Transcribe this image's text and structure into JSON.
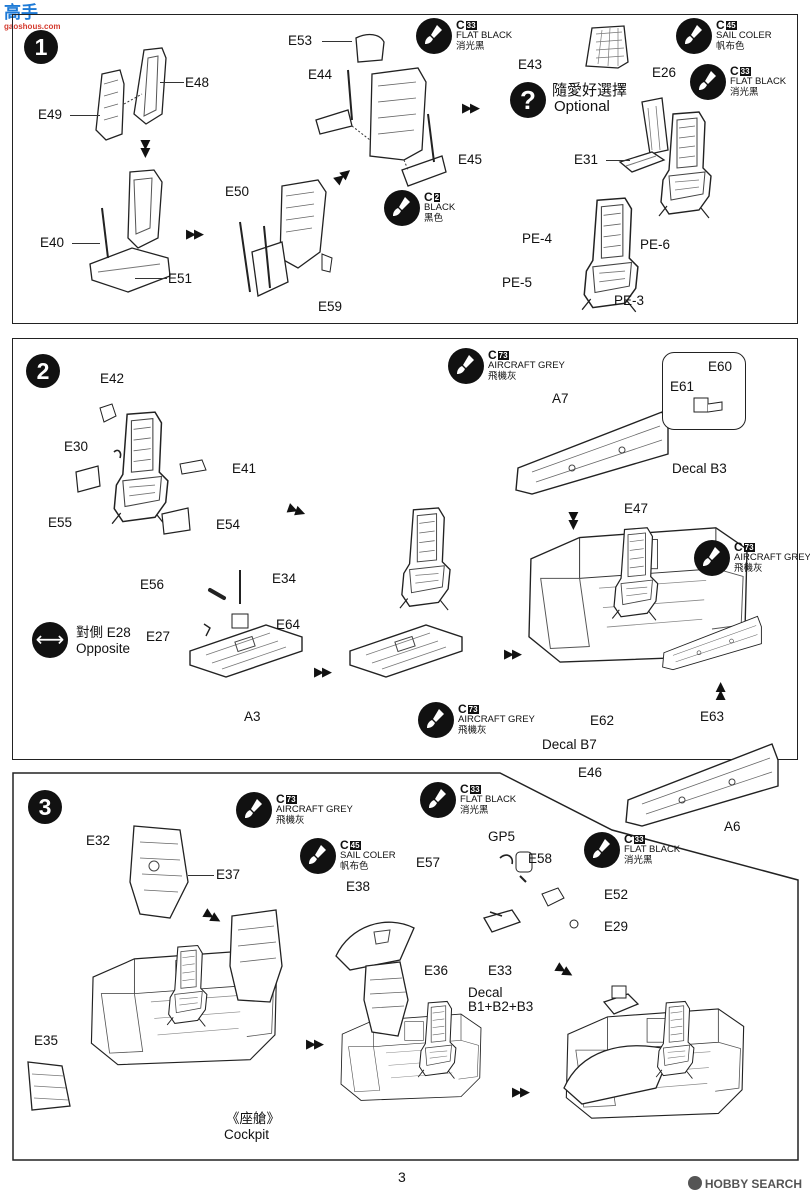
{
  "watermark_top": {
    "zh": "高手",
    "sub": "gaoshous.com"
  },
  "watermark_bottom": "HOBBY SEARCH",
  "page_number": "3",
  "step1": {
    "number": "1",
    "labels": {
      "E48": "E48",
      "E49": "E49",
      "E40": "E40",
      "E51": "E51",
      "E50": "E50",
      "E59": "E59",
      "E53": "E53",
      "E44": "E44",
      "E45": "E45",
      "E43": "E43",
      "E26": "E26",
      "E31": "E31",
      "PE4": "PE-4",
      "PE6": "PE-6",
      "PE5": "PE-5",
      "PE3": "PE-3"
    },
    "optional": {
      "zh": "隨愛好選擇",
      "en": "Optional"
    },
    "paints": {
      "flat_black_a": {
        "code": "C",
        "num": "33",
        "en": "FLAT BLACK",
        "zh": "消光黑"
      },
      "black": {
        "code": "C",
        "num": "2",
        "en": "BLACK",
        "zh": "黑色"
      },
      "sail_color": {
        "code": "C",
        "num": "45",
        "en": "SAIL COLER",
        "zh": "帆布色"
      },
      "flat_black_b": {
        "code": "C",
        "num": "33",
        "en": "FLAT BLACK",
        "zh": "消光黑"
      }
    }
  },
  "step2": {
    "number": "2",
    "labels": {
      "E42": "E42",
      "E30": "E30",
      "E41": "E41",
      "E55": "E55",
      "E54": "E54",
      "E56": "E56",
      "E34": "E34",
      "E27": "E27",
      "E64": "E64",
      "A3": "A3",
      "A7": "A7",
      "E60": "E60",
      "E61": "E61",
      "DecalB3": "Decal B3",
      "E47": "E47",
      "E62": "E62",
      "E63": "E63",
      "DecalB7": "Decal B7",
      "E46": "E46",
      "A6": "A6"
    },
    "opposite": {
      "zh": "對側",
      "part": "E28",
      "en": "Opposite"
    },
    "paints": {
      "grey_a": {
        "code": "C",
        "num": "73",
        "en": "AIRCRAFT GREY",
        "zh": "飛機灰"
      },
      "grey_b": {
        "code": "C",
        "num": "73",
        "en": "AIRCRAFT GREY",
        "zh": "飛機灰"
      },
      "grey_c": {
        "code": "C",
        "num": "73",
        "en": "AIRCRAFT GREY",
        "zh": "飛機灰"
      }
    }
  },
  "step3": {
    "number": "3",
    "labels": {
      "E32": "E32",
      "E37": "E37",
      "E35": "E35",
      "E38": "E38",
      "E36": "E36",
      "Decal": "Decal",
      "DecalB": "B1+B2+B3",
      "GP5": "GP5",
      "E57": "E57",
      "E58": "E58",
      "E52": "E52",
      "E29": "E29",
      "E33": "E33"
    },
    "cockpit": {
      "zh": "《座艙》",
      "en": "Cockpit"
    },
    "paints": {
      "grey": {
        "code": "C",
        "num": "73",
        "en": "AIRCRAFT GREY",
        "zh": "飛機灰"
      },
      "sail": {
        "code": "C",
        "num": "45",
        "en": "SAIL COLER",
        "zh": "帆布色"
      },
      "flat_black_a": {
        "code": "C",
        "num": "33",
        "en": "FLAT BLACK",
        "zh": "消光黑"
      },
      "flat_black_b": {
        "code": "C",
        "num": "33",
        "en": "FLAT BLACK",
        "zh": "消光黑"
      }
    }
  }
}
